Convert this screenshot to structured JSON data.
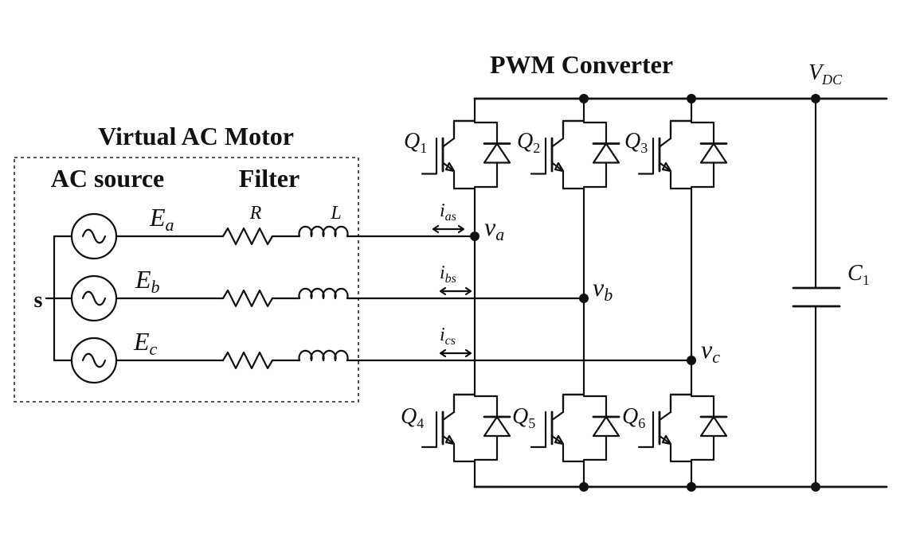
{
  "title": "PWM Converter",
  "dc_bus_label": {
    "main": "V",
    "sub": "DC"
  },
  "motor_block": {
    "title": "Virtual AC Motor",
    "source_label": "AC source",
    "filter_label": "Filter",
    "resistor_label": "R",
    "inductor_label": "L",
    "neutral_label": "s"
  },
  "phases": [
    {
      "emf_main": "E",
      "emf_sub": "a",
      "current_main": "i",
      "current_sub": "as",
      "node_main": "v",
      "node_sub": "a"
    },
    {
      "emf_main": "E",
      "emf_sub": "b",
      "current_main": "i",
      "current_sub": "bs",
      "node_main": "v",
      "node_sub": "b"
    },
    {
      "emf_main": "E",
      "emf_sub": "c",
      "current_main": "i",
      "current_sub": "cs",
      "node_main": "v",
      "node_sub": "c"
    }
  ],
  "switches_upper": [
    {
      "main": "Q",
      "sub": "1"
    },
    {
      "main": "Q",
      "sub": "2"
    },
    {
      "main": "Q",
      "sub": "3"
    }
  ],
  "switches_lower": [
    {
      "main": "Q",
      "sub": "4"
    },
    {
      "main": "Q",
      "sub": "5"
    },
    {
      "main": "Q",
      "sub": "6"
    }
  ],
  "capacitor": {
    "main": "C",
    "sub": "1"
  }
}
